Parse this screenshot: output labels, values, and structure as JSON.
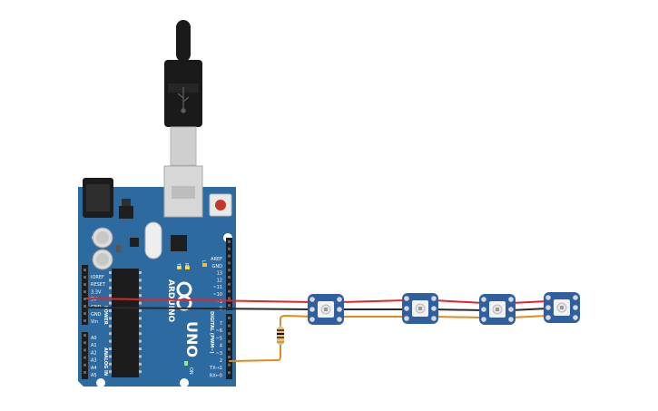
{
  "board": {
    "brand": "ARDUINO",
    "model": "UNO",
    "power_label": "POWER",
    "analog_label": "ANALOG IN",
    "digital_label": "DIGITAL (PWM~)",
    "on_label": "ON",
    "tx_label": "TX",
    "rx_label": "RX",
    "l_label": "L",
    "power_pins": [
      "IOREF",
      "RESET",
      "3.3V",
      "5V",
      "GND",
      "GND",
      "Vin"
    ],
    "analog_pins": [
      "A0",
      "A1",
      "A2",
      "A3",
      "A4",
      "A5"
    ],
    "digital_pins_top": [
      "AREF",
      "GND",
      "13",
      "12",
      "~11",
      "~10",
      "~9",
      "8"
    ],
    "digital_pins_bottom": [
      "7",
      "~6",
      "~5",
      "4",
      "~3",
      "2",
      "TX→1",
      "RX←0"
    ]
  },
  "colors": {
    "board": "#2c6aa0",
    "board_dark": "#1f5283",
    "wire_power": "#e0262a",
    "wire_ground": "#2b2b2b",
    "wire_data": "#e08a1a",
    "neopixel": "#2f5f9e",
    "usb_body": "#1a1a1a",
    "usb_metal": "#cfcfcf"
  },
  "components": [
    "usb-cable",
    "arduino-uno",
    "resistor",
    "neopixel-1",
    "neopixel-2",
    "neopixel-3",
    "neopixel-4"
  ]
}
